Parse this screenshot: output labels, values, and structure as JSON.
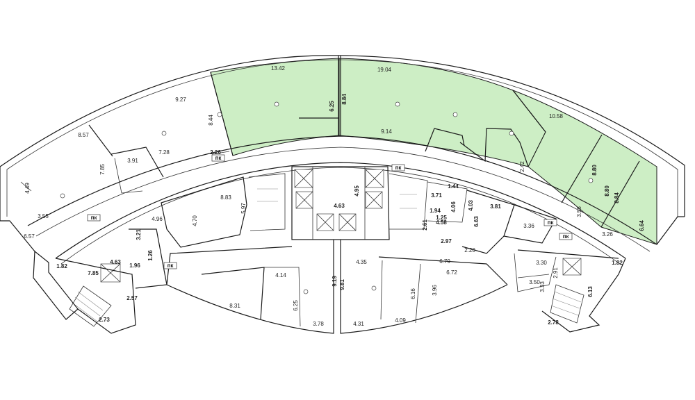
{
  "colors": {
    "highlight": "#cdeec5",
    "wall": "#1a1a1a",
    "background": "#ffffff"
  },
  "tags": [
    "пк",
    "пк",
    "пк",
    "пк",
    "пк",
    "пк"
  ],
  "dimensions": [
    {
      "t": "13.42"
    },
    {
      "t": "19.04"
    },
    {
      "t": "9.27"
    },
    {
      "t": "8.44",
      "r": true
    },
    {
      "t": "6.25",
      "r": true,
      "b": true
    },
    {
      "t": "8.84",
      "r": true,
      "b": true
    },
    {
      "t": "10.58"
    },
    {
      "t": "9.14"
    },
    {
      "t": "8.57"
    },
    {
      "t": "7.28"
    },
    {
      "t": "7.85",
      "r": true
    },
    {
      "t": "3.91"
    },
    {
      "t": "2.26",
      "b": true
    },
    {
      "t": "2.42",
      "r": true
    },
    {
      "t": "8.80",
      "r": true,
      "b": true
    },
    {
      "t": "8.80",
      "r": true,
      "b": true
    },
    {
      "t": "8.84",
      "r": true,
      "b": true
    },
    {
      "t": "4.49",
      "r": true
    },
    {
      "t": "3.55"
    },
    {
      "t": "6.57"
    },
    {
      "t": "8.83"
    },
    {
      "t": "5.97",
      "r": true
    },
    {
      "t": "4.70",
      "r": true
    },
    {
      "t": "4.96"
    },
    {
      "t": "3.21",
      "r": true,
      "b": true
    },
    {
      "t": "4.63",
      "b": true
    },
    {
      "t": "4.95",
      "r": true,
      "b": true
    },
    {
      "t": "3.71",
      "b": true
    },
    {
      "t": "1.44",
      "b": true
    },
    {
      "t": "4.06",
      "r": true,
      "b": true
    },
    {
      "t": "4.03",
      "r": true,
      "b": true
    },
    {
      "t": "1.94",
      "b": true
    },
    {
      "t": "4.58",
      "b": true
    },
    {
      "t": "1.25",
      "b": true
    },
    {
      "t": "2.61",
      "r": true,
      "b": true
    },
    {
      "t": "6.63",
      "r": true,
      "b": true
    },
    {
      "t": "3.81",
      "b": true
    },
    {
      "t": "2.97",
      "b": true
    },
    {
      "t": "2.20"
    },
    {
      "t": "3.36"
    },
    {
      "t": "3.56",
      "r": true
    },
    {
      "t": "3.26"
    },
    {
      "t": "6.64",
      "r": true,
      "b": true
    },
    {
      "t": "1.82",
      "b": true
    },
    {
      "t": "1.82",
      "b": true
    },
    {
      "t": "4.63",
      "b": true
    },
    {
      "t": "1.26",
      "r": true,
      "b": true
    },
    {
      "t": "1.96",
      "b": true
    },
    {
      "t": "7.85",
      "b": true
    },
    {
      "t": "2.57",
      "b": true
    },
    {
      "t": "2.73",
      "b": true
    },
    {
      "t": "4.35"
    },
    {
      "t": "6.79"
    },
    {
      "t": "6.72"
    },
    {
      "t": "4.14"
    },
    {
      "t": "9.19",
      "r": true,
      "b": true
    },
    {
      "t": "9.81",
      "r": true,
      "b": true
    },
    {
      "t": "6.16",
      "r": true
    },
    {
      "t": "3.96",
      "r": true
    },
    {
      "t": "8.31"
    },
    {
      "t": "6.25",
      "r": true
    },
    {
      "t": "3.78"
    },
    {
      "t": "4.31"
    },
    {
      "t": "4.09"
    },
    {
      "t": "3.30"
    },
    {
      "t": "2.91",
      "r": true
    },
    {
      "t": "3.50"
    },
    {
      "t": "3.33",
      "r": true
    },
    {
      "t": "6.13",
      "r": true,
      "b": true
    },
    {
      "t": "2.78",
      "b": true
    }
  ]
}
